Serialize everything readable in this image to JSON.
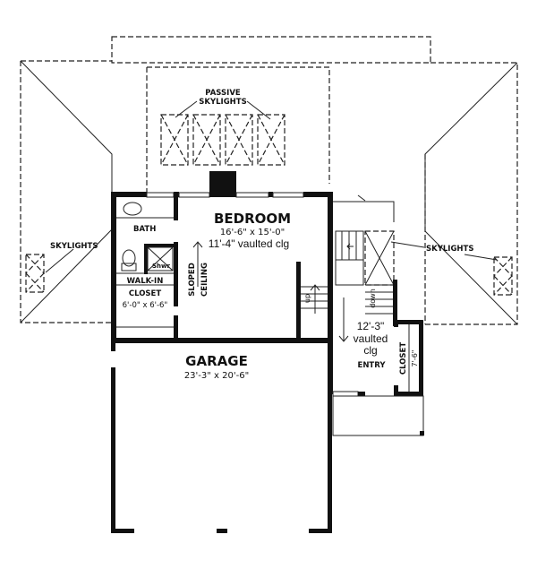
{
  "labels": {
    "passive_skylights_line1": "PASSIVE",
    "passive_skylights_line2": "SKYLIGHTS",
    "skylights_left": "SKYLIGHTS",
    "skylights_right": "SKYLIGHTS",
    "bedroom": {
      "name": "BEDROOM",
      "dimensions": "16'-6\" x 15'-0\"",
      "ceiling": "11'-4\" vaulted clg"
    },
    "bath": "BATH",
    "shower": "Shwr",
    "walkin_closet": {
      "line1": "WALK-IN",
      "line2": "CLOSET",
      "dimensions": "6'-0\" x 6'-6\""
    },
    "sloped_ceiling_line1": "SLOPED",
    "sloped_ceiling_line2": "CEILING",
    "stair_up": "up",
    "stair_down": "down",
    "entry": {
      "ceiling_line1": "12'-3\"",
      "ceiling_line2": "vaulted",
      "ceiling_line3": "clg",
      "name": "ENTRY"
    },
    "entry_closet": {
      "name": "CLOSET",
      "dimension": "7'-6\""
    },
    "garage": {
      "name": "GARAGE",
      "dimensions": "23'-3\" x 20'-6\""
    }
  },
  "colors": {
    "ink": "#111111",
    "paper": "#ffffff"
  }
}
